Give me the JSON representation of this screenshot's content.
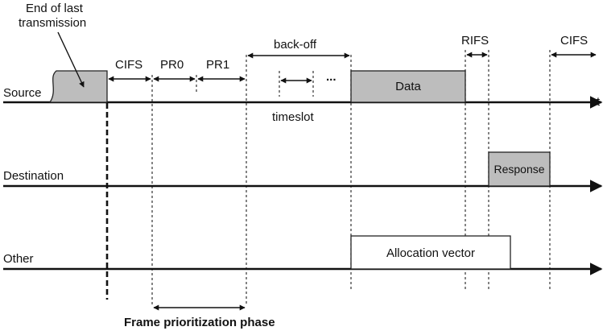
{
  "labels": {
    "end_of_last": "End of last",
    "transmission": "transmission",
    "cifs_1": "CIFS",
    "pr0": "PR0",
    "pr1": "PR1",
    "backoff": "back-off",
    "ellipsis": "...",
    "timeslot": "timeslot",
    "rifs": "RIFS",
    "cifs_2": "CIFS",
    "t": "t",
    "frame_phase": "Frame prioritization phase"
  },
  "rows": {
    "source": "Source",
    "destination": "Destination",
    "other": "Other"
  },
  "boxes": {
    "data": "Data",
    "response": "Response",
    "allocation": "Allocation vector"
  },
  "colors": {
    "shaded_box": "#bdbdbd",
    "line": "#111111",
    "background": "#ffffff"
  }
}
